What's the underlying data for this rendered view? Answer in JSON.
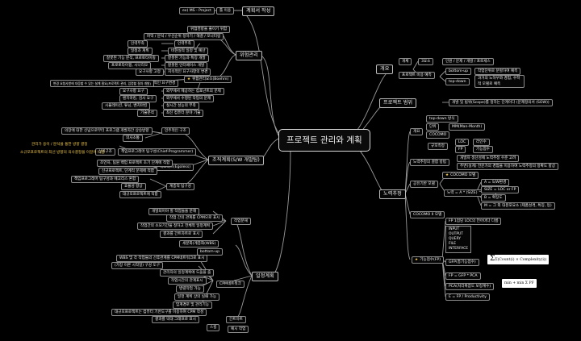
{
  "root": "프로젝트 관리와 계획",
  "branches": {
    "plan_doc": {
      "label": "계획서 작성",
      "nodes": [
        "ex) MS - Project",
        "툴 이용"
      ]
    },
    "risk": {
      "label": "위험관리",
      "nodes": [
        "위험영향을 줄이기 위함",
        "파악 / 분석 / 우선순위 정하기 / 해결 / 모니터링",
        "인력부족",
        "인력부족",
        "일정과 계획",
        "비현실적 일정 및 예산",
        "잘못된 기능 분석, 프로토타이핑",
        "잘못된 기능과 특징 개발",
        "프로토타이핑, 시나리오",
        "잘못된 인터페이스 개발",
        "요구사항 고정",
        "지속적인 요구사항의 변경",
        "요구사항 요구",
        "외부에서 제공하는 컴포넌트의 문제",
        "벤치마킹, 검사 요구",
        "외부에서 수행된 작업의 문제",
        "시뮬레이션, 튜닝, 벤치마킹",
        "실시간 성능의 부족",
        "기술분석",
        "최신 컴퓨터 분야 기술",
        "위험관리요소(Boehm)",
        "계속적인 요구변경",
        "변경 요청사항에 대응할 수 있는 설계 필요(프로젝트 관리, 임명할 절차 개발)"
      ]
    },
    "org": {
      "label": "조직계획(S/W 개발팀)",
      "nodes": [
        "의장에 대한 신념으로부터 프로그램 개발자간 상승방향",
        "민주적인 구조",
        "의사소통",
        "관리가 용이 / 분석을 통한 방향 결정",
        "관리자들과 다양한 표준과 품질 기준",
        "상위구조",
        "책임프로그래머 팀구성(Chief-Programmer)",
        "소규모프로젝트의 최선 방향의 의사결정을 이끌어 나감",
        "에고리스(Egoless)",
        "신규프로젝트, 단계적 문제에 적합",
        "조언자, 팀원 백업 프로젝트 초기 단계에 적합",
        "책임프로그래머 팀구성과 에고리스 혼합",
        "계층적 팀구성",
        "효율성 향상",
        "대규모프로젝트에 적합"
      ]
    },
    "schedule": {
      "label": "일정계획",
      "nodes": [
        "개발되어야 할 작업들을 분해",
        "작업 간의 관계를 CPM으로 표시",
        "작업간의 소요기간을 정하고 전체적 일정계획",
        "결과를 간트차트로 표시",
        "작업분해",
        "세분화(계층화(WBS)",
        "bottom-up",
        "WBS 및 각 작업들의 선후관계를 CPM네트워크로 표시",
        "(가장 이른 시작일) 구성 도구",
        "작업 일정을 구성",
        "관리자의 일정계획에 도움을 줌",
        "작업시간의 관계표시",
        "병렬작업 가능",
        "일정 계획 상의 실패 가능",
        "임계경로 및 관리기능",
        "CPM네트워크",
        "대규모프로젝트는 컴퓨터 기반도구를 이용하여 CPM 작성",
        "결과를 막대 그래프로 표시",
        "간트차트",
        "스킬",
        "예시 작업"
      ]
    },
    "overview": {
      "label": "개요",
      "nodes": [
        "개체",
        "3요소",
        "인원 / 문제 / 개발 / 프로세스",
        "프로젝트 비용 예측",
        "bottom-up",
        "작업단위로 분할하여 예측",
        "top-down",
        "과거의 노하우와 경험, 수학적 모델로 예측"
      ]
    },
    "scope": {
      "label": "프로젝트 범위",
      "nodes": [
        "개발 및 범위(Scope)를 정하는 단계이다 (문제정의서 (SOW))"
      ]
    },
    "estimate": {
      "label": "노력추정",
      "nodes": [
        "개요",
        "top-down 방식",
        "단위",
        "MM(Man-Month)",
        "COCOMO",
        "LOC",
        "라인수",
        "FP",
        "기능점수",
        "규모측정",
        "개발자 생산성에 노력추정 수준 고려",
        "노력추정의 결합 방법",
        "주변(설계) 전문가의 경험을 이용하여 노력추정의 정확도 향상",
        "COCOMO 모델",
        "공유기반 모델",
        "노력 = A * (SIZE) ^ B * M",
        "A = S/W환경",
        "SIZE = LOC or FP",
        "B = 확장도",
        "M = 그 외 대분포요소 (제품성격, 특징, 등)",
        "COCOMO II 모델",
        "FP 1점당 LOC의 언어마다 다름",
        "기능점수(FP)",
        "GFP(총기능점수)",
        "FP = GFP * PCA",
        "PCA(처리복잡도 보정계수)",
        "E = FP / Productivity"
      ]
    },
    "cocomo_box": [
      "INPUT",
      "OUTPUT",
      "QUERY",
      "FILE",
      "INTERFACE"
    ],
    "formulas": [
      "Σ(Count(i) × Complexity(i))",
      "min + min Σ PF"
    ]
  }
}
